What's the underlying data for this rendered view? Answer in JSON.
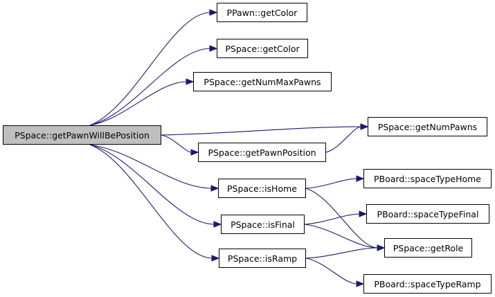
{
  "colors": {
    "edge": "#191970",
    "root_fill": "#bfbfbf",
    "node_fill": "#ffffff",
    "border": "#000000"
  },
  "nodes": {
    "root": "PSpace::getPawnWillBePosition",
    "pawn_get_color": "PPawn::getColor",
    "space_get_color": "PSpace::getColor",
    "get_num_max_pawns": "PSpace::getNumMaxPawns",
    "get_num_pawns": "PSpace::getNumPawns",
    "get_pawn_position": "PSpace::getPawnPosition",
    "is_home": "PSpace::isHome",
    "is_final": "PSpace::isFinal",
    "is_ramp": "PSpace::isRamp",
    "space_type_home": "PBoard::spaceTypeHome",
    "space_type_final": "PBoard::spaceTypeFinal",
    "get_role": "PSpace::getRole",
    "space_type_ramp": "PBoard::spaceTypeRamp"
  },
  "edges": [
    [
      "root",
      "pawn_get_color"
    ],
    [
      "root",
      "space_get_color"
    ],
    [
      "root",
      "get_num_max_pawns"
    ],
    [
      "root",
      "get_num_pawns"
    ],
    [
      "root",
      "get_pawn_position"
    ],
    [
      "root",
      "is_home"
    ],
    [
      "root",
      "is_final"
    ],
    [
      "root",
      "is_ramp"
    ],
    [
      "get_pawn_position",
      "get_num_pawns"
    ],
    [
      "is_home",
      "space_type_home"
    ],
    [
      "is_home",
      "get_role"
    ],
    [
      "is_final",
      "space_type_final"
    ],
    [
      "is_final",
      "get_role"
    ],
    [
      "is_ramp",
      "get_role"
    ],
    [
      "is_ramp",
      "space_type_ramp"
    ]
  ]
}
